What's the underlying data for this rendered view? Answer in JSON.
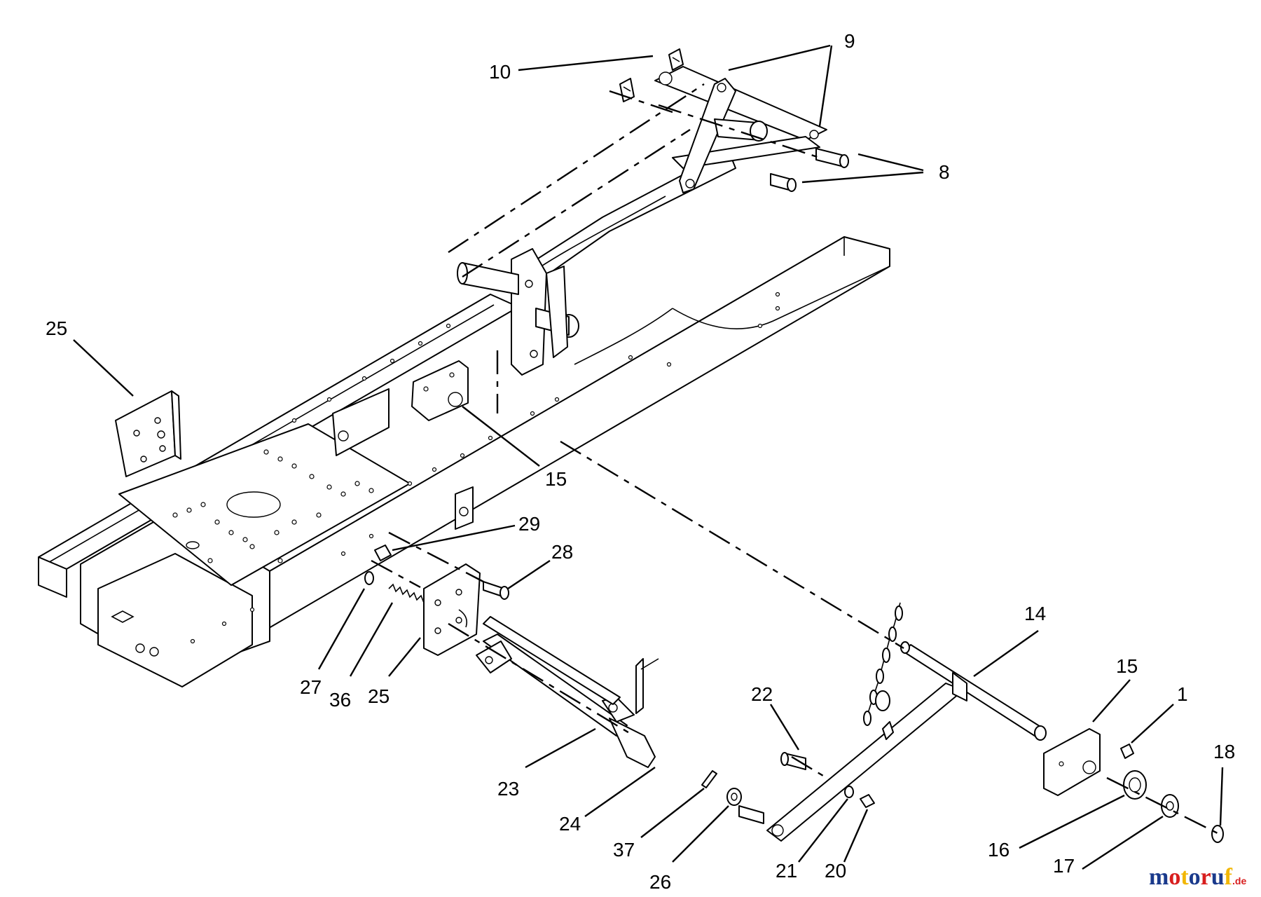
{
  "callouts": [
    {
      "id": "c10",
      "label": "10"
    },
    {
      "id": "c9",
      "label": "9"
    },
    {
      "id": "c8",
      "label": "8"
    },
    {
      "id": "c25a",
      "label": "25"
    },
    {
      "id": "c15a",
      "label": "15"
    },
    {
      "id": "c29",
      "label": "29"
    },
    {
      "id": "c28",
      "label": "28"
    },
    {
      "id": "c27",
      "label": "27"
    },
    {
      "id": "c36",
      "label": "36"
    },
    {
      "id": "c25b",
      "label": "25"
    },
    {
      "id": "c23",
      "label": "23"
    },
    {
      "id": "c24",
      "label": "24"
    },
    {
      "id": "c37",
      "label": "37"
    },
    {
      "id": "c26",
      "label": "26"
    },
    {
      "id": "c22",
      "label": "22"
    },
    {
      "id": "c21",
      "label": "21"
    },
    {
      "id": "c20",
      "label": "20"
    },
    {
      "id": "c14",
      "label": "14"
    },
    {
      "id": "c15b",
      "label": "15"
    },
    {
      "id": "c1",
      "label": "1"
    },
    {
      "id": "c18",
      "label": "18"
    },
    {
      "id": "c16",
      "label": "16"
    },
    {
      "id": "c17",
      "label": "17"
    }
  ],
  "watermark": {
    "brand": "motoruf",
    "suffix": ".de",
    "colors": [
      "#1a3a8c",
      "#d81e1e",
      "#f2b705",
      "#1a3a8c",
      "#d81e1e",
      "#1a3a8c",
      "#f2b705"
    ]
  }
}
